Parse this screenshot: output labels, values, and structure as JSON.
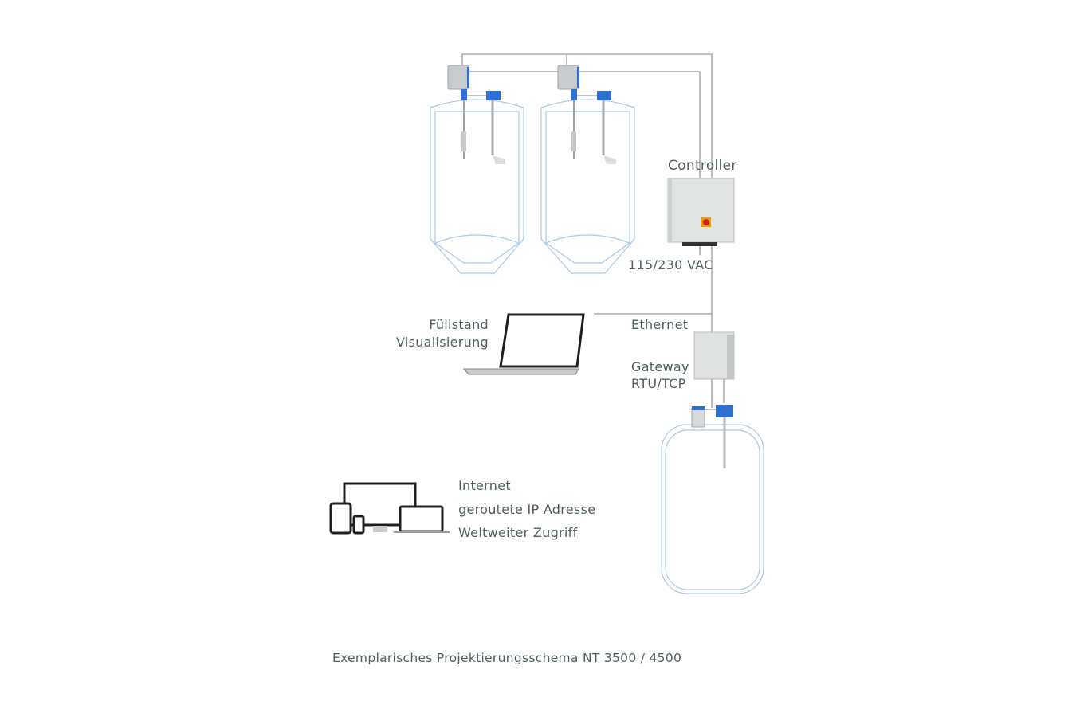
{
  "labels": {
    "controller": "Controller",
    "power": "115/230 VAC",
    "ethernet": "Ethernet",
    "gateway_line1": "Gateway",
    "gateway_line2": "RTU/TCP",
    "visualization_line1": "Füllstand",
    "visualization_line2": "Visualisierung",
    "internet_line1": "Internet",
    "internet_line2": "geroutete IP Adresse",
    "internet_line3": "Weltweiter Zugriff"
  },
  "caption": "Exemplarisches Projektierungsschema NT 3500 / 4500",
  "colors": {
    "text": "#4f5f60",
    "wire": "#9a9a9a",
    "tank": "#a9c8e8",
    "sensor": "#2f6fd0",
    "switch": "#e8a000"
  }
}
